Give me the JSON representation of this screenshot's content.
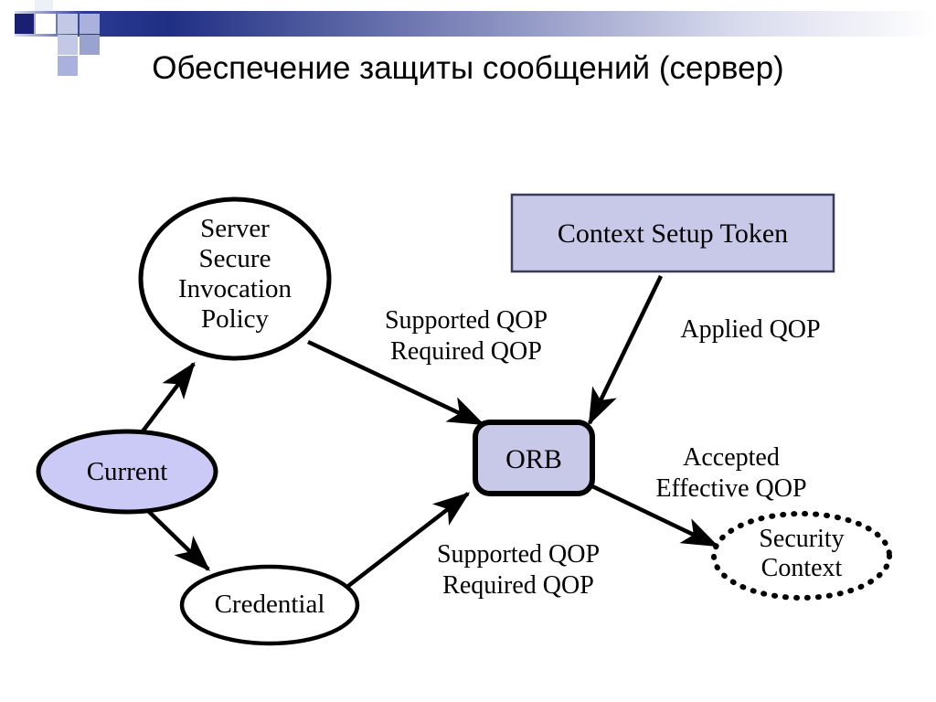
{
  "slide": {
    "title": "Обеспечение защиты сообщений (сервер)",
    "background": "#ffffff"
  },
  "header": {
    "bar_gradient_from": "#1f2f83",
    "bar_gradient_to": "#ffffff",
    "accent_square_dark": "#1a1f71",
    "accent_square_mid": "#9aa2d0",
    "accent_square_light": "#c3c8e6"
  },
  "palette": {
    "fill_lavender_box": "#c8c9e8",
    "fill_lavender_ellipse": "#cbc9f5",
    "fill_white": "#ffffff",
    "stroke_black": "#000000",
    "stroke_box_thin": "#3a3a5a",
    "text_black": "#000000"
  },
  "diagram": {
    "type": "flow-diagram",
    "nodes": [
      {
        "id": "server-secure-invocation-policy",
        "label": "Server\nSecure\nInvocation\nPolicy",
        "shape": "ellipse",
        "fill": "#ffffff",
        "stroke": "#000000"
      },
      {
        "id": "context-setup-token",
        "label": "Context Setup Token",
        "shape": "rectangle",
        "fill": "#c8c9e8",
        "stroke": "#3a3a5a"
      },
      {
        "id": "orb",
        "label": "ORB",
        "shape": "rounded-rectangle",
        "fill": "#c8c9e8",
        "stroke": "#000000"
      },
      {
        "id": "current",
        "label": "Current",
        "shape": "ellipse",
        "fill": "#cbc9f5",
        "stroke": "#000000"
      },
      {
        "id": "credential",
        "label": "Credential",
        "shape": "ellipse",
        "fill": "#ffffff",
        "stroke": "#000000"
      },
      {
        "id": "security-context",
        "label": "Security\nContext",
        "shape": "ellipse-dotted",
        "fill": "#ffffff",
        "stroke": "#000000"
      }
    ],
    "edges": [
      {
        "id": "current-to-policy",
        "from": "current",
        "to": "server-secure-invocation-policy",
        "label": ""
      },
      {
        "id": "current-to-credential",
        "from": "current",
        "to": "credential",
        "label": ""
      },
      {
        "id": "policy-to-orb",
        "from": "server-secure-invocation-policy",
        "to": "orb",
        "label": "Supported QOP\nRequired QOP"
      },
      {
        "id": "credential-to-orb",
        "from": "credential",
        "to": "orb",
        "label": "Supported QOP\nRequired QOP"
      },
      {
        "id": "token-to-orb",
        "from": "context-setup-token",
        "to": "orb",
        "label": "Applied QOP"
      },
      {
        "id": "orb-to-security-context",
        "from": "orb",
        "to": "security-context",
        "label": "Accepted\nEffective QOP"
      }
    ],
    "labels": {
      "policy_to_orb": "Supported QOP\nRequired QOP",
      "credential_to_orb": "Supported QOP\nRequired QOP",
      "applied_qop": "Applied QOP",
      "accepted_effective_qop": "Accepted\nEffective QOP"
    },
    "node_text": {
      "server_policy": "Server\nSecure\nInvocation\nPolicy",
      "context_setup_token": "Context Setup Token",
      "orb": "ORB",
      "current": "Current",
      "credential": "Credential",
      "security_context": "Security\nContext"
    }
  }
}
